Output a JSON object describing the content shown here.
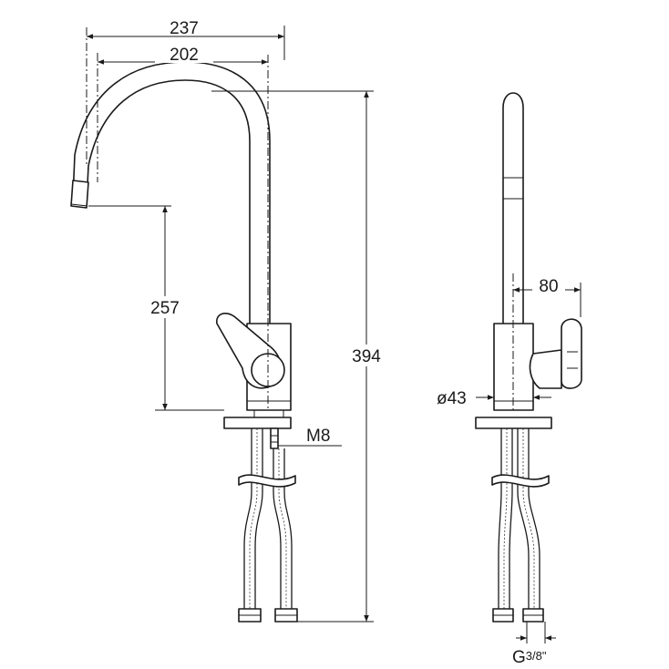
{
  "drawing": {
    "front_view": {
      "overall_width": "237",
      "spout_reach": "202",
      "spout_height": "257",
      "overall_height": "394",
      "thread": "M8"
    },
    "side_view": {
      "lever_length": "80",
      "body_diameter": "ø43",
      "connection": {
        "prefix": "G",
        "fraction": "3/8",
        "unit": "\""
      }
    }
  }
}
